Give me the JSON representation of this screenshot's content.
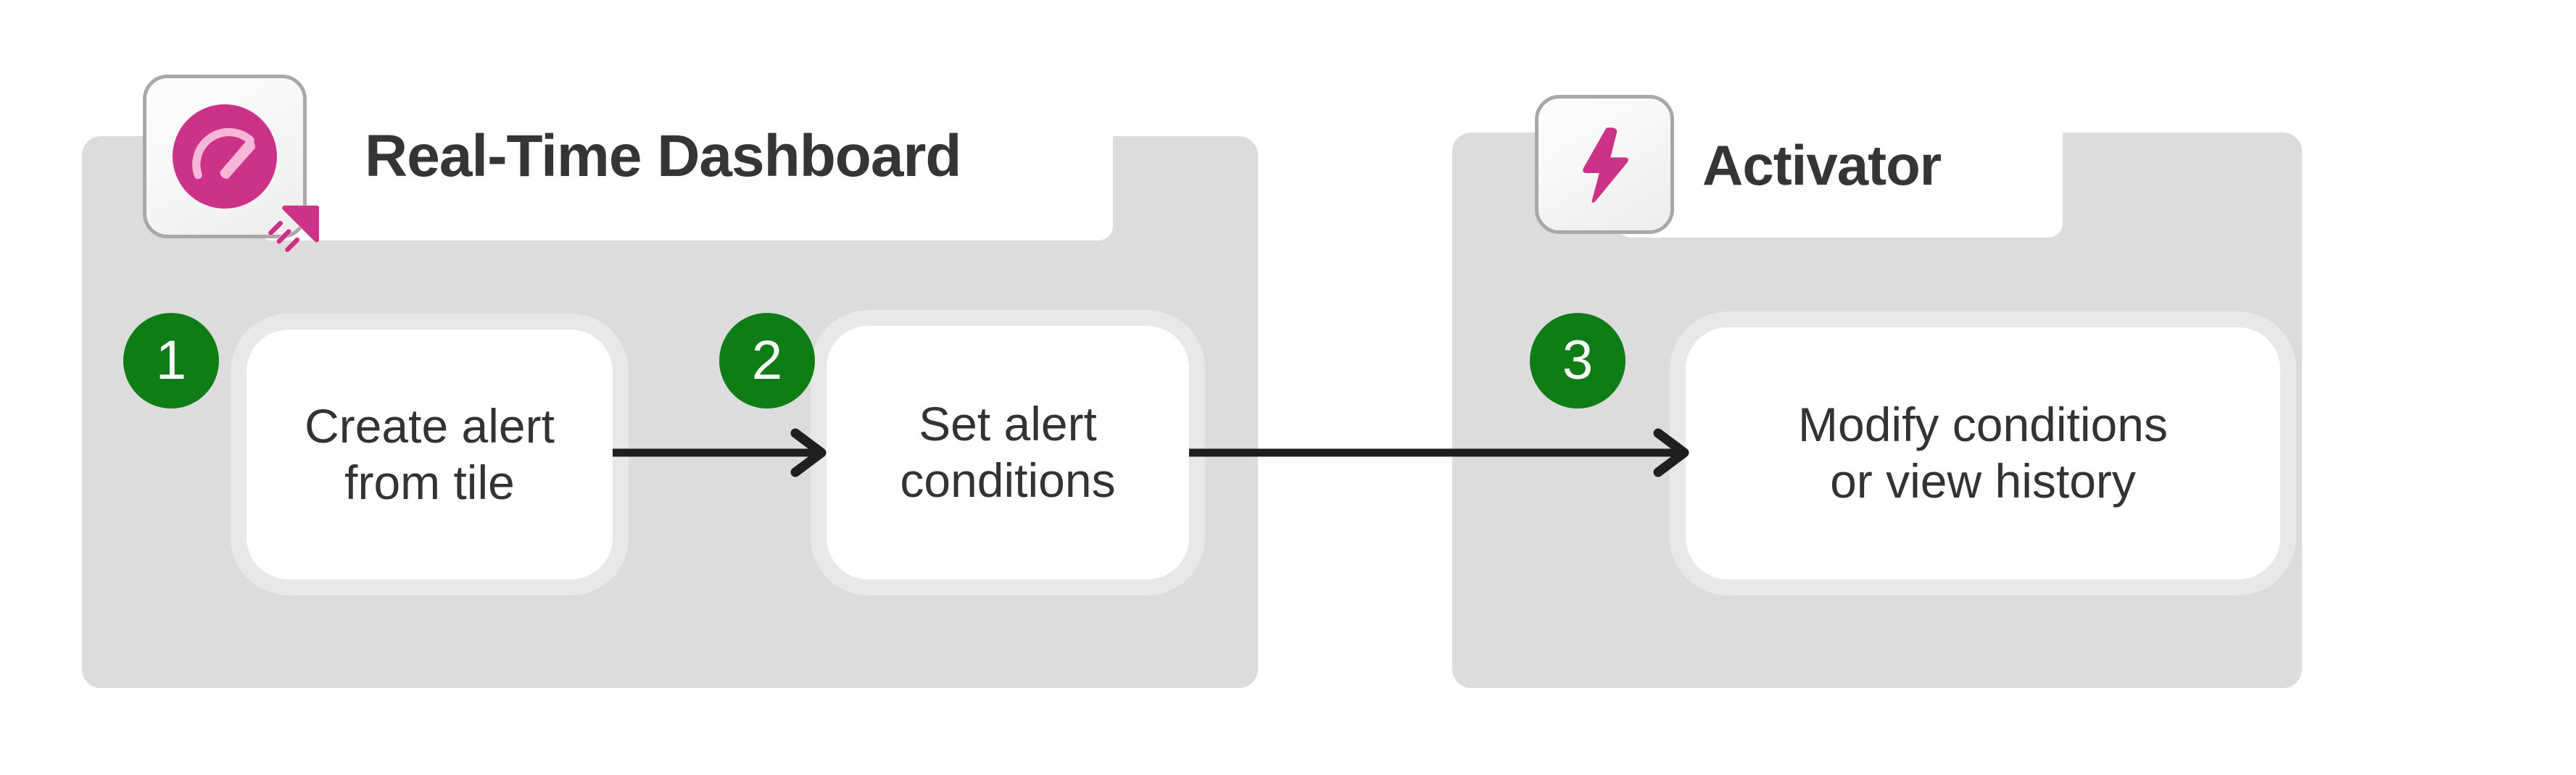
{
  "diagram": {
    "title": "Real-Time Dashboard to Activator alert flow",
    "background_color": "#ffffff",
    "panel_color": "#dcdcdc",
    "box_color": "#ffffff",
    "box_glow_color": "#e8e8e8",
    "badge_color": "#0f7d16",
    "badge_text_color": "#ffffff",
    "accent_color": "#cc3388",
    "text_color": "#333333",
    "title_color": "#353535",
    "arrow_color": "#1f1f1f"
  },
  "groups": [
    {
      "id": "dashboard",
      "title": "Real-Time Dashboard",
      "icon": "gauge-icon",
      "icon_badge": "cursor-click-icon",
      "steps": [
        {
          "number": "1",
          "label": "Create alert\nfrom tile"
        },
        {
          "number": "2",
          "label": "Set alert\nconditions"
        }
      ]
    },
    {
      "id": "activator",
      "title": "Activator",
      "icon": "lightning-bolt-icon",
      "icon_badge": null,
      "steps": [
        {
          "number": "3",
          "label": "Modify conditions\nor view history"
        }
      ]
    }
  ],
  "connectors": [
    {
      "id": "arrow-1-2",
      "from": "step-1",
      "to": "step-2",
      "style": "solid-arrow-right"
    },
    {
      "id": "arrow-2-3",
      "from": "step-2",
      "to": "step-3",
      "style": "solid-arrow-right"
    }
  ]
}
